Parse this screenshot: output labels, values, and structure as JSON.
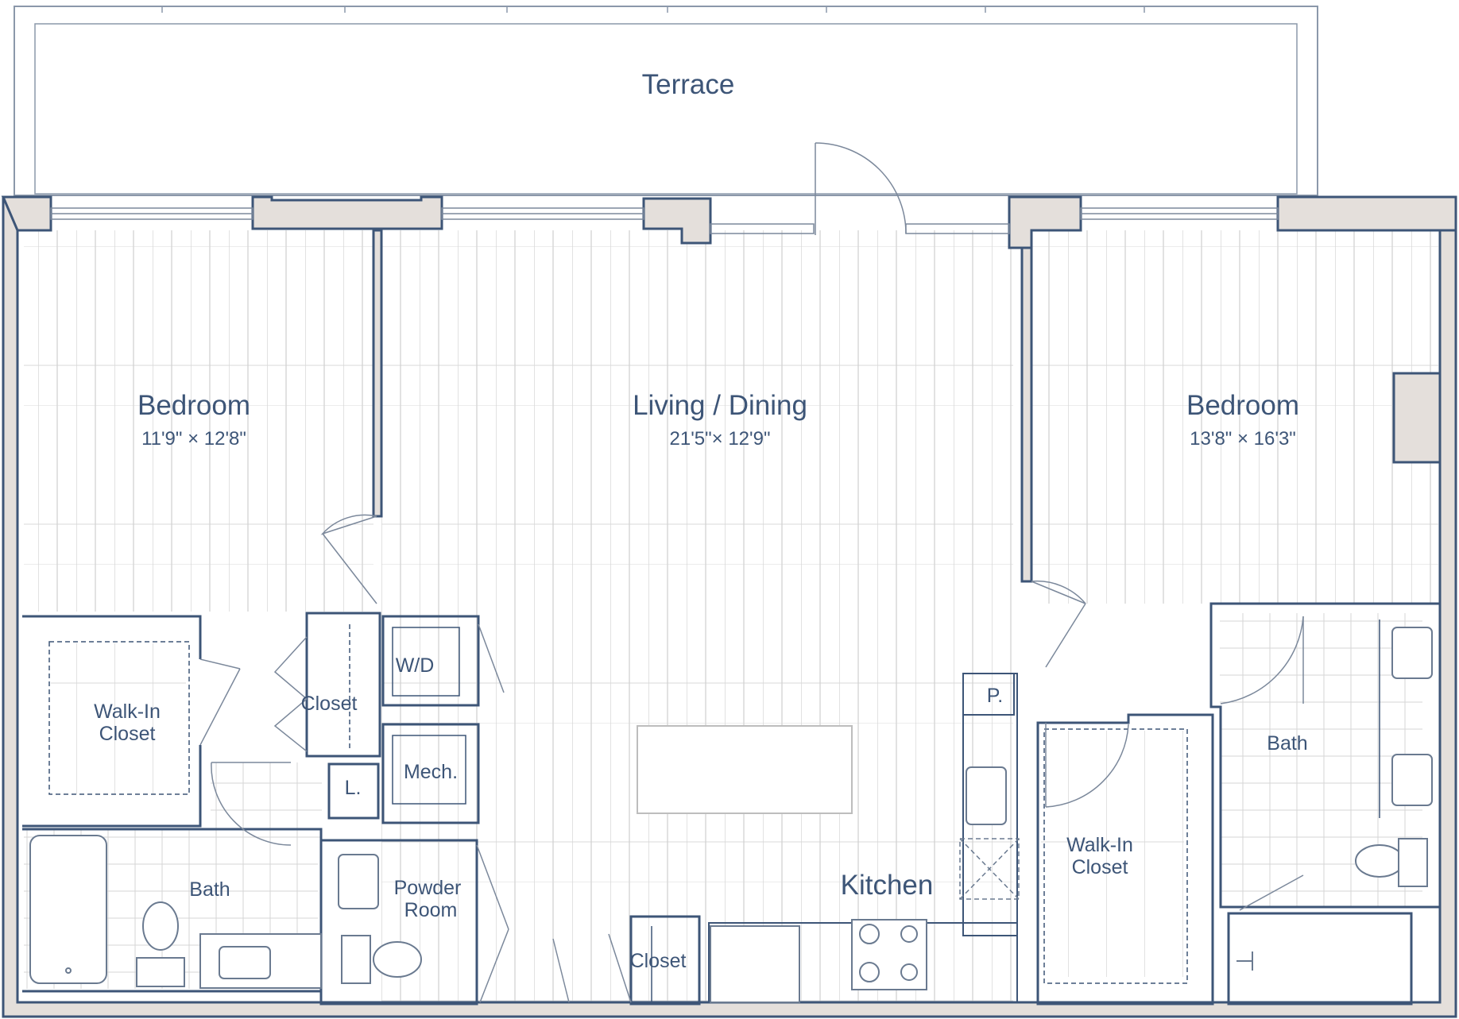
{
  "colors": {
    "wall_outline": "#3d5577",
    "wall_fill": "#e4dfdb",
    "floor_line": "#c9c9c9",
    "fixture": "#6a7a90",
    "text": "#3d5577"
  },
  "rooms": {
    "terrace": {
      "name": "Terrace"
    },
    "bedroom_left": {
      "name": "Bedroom",
      "dims": "11'9\" × 12'8\""
    },
    "living_dining": {
      "name": "Living / Dining",
      "dims": "21'5\"× 12'9\""
    },
    "bedroom_right": {
      "name": "Bedroom",
      "dims": "13'8\" × 16'3\""
    },
    "walkin_left": {
      "line1": "Walk-In",
      "line2": "Closet"
    },
    "closet_center": {
      "name": "Closet"
    },
    "wd": {
      "name": "W/D"
    },
    "mech": {
      "name": "Mech."
    },
    "linen": {
      "name": "L."
    },
    "bath_left": {
      "name": "Bath"
    },
    "powder": {
      "line1": "Powder",
      "line2": "Room"
    },
    "closet_entry": {
      "name": "Closet"
    },
    "kitchen": {
      "name": "Kitchen"
    },
    "pantry": {
      "name": "P."
    },
    "walkin_right": {
      "line1": "Walk-In",
      "line2": "Closet"
    },
    "bath_right": {
      "name": "Bath"
    }
  },
  "icons": {
    "door": "door-swing-icon",
    "sink": "sink-icon",
    "toilet": "toilet-icon",
    "tub": "bathtub-icon",
    "range": "cooktop-icon",
    "shower": "shower-icon"
  }
}
